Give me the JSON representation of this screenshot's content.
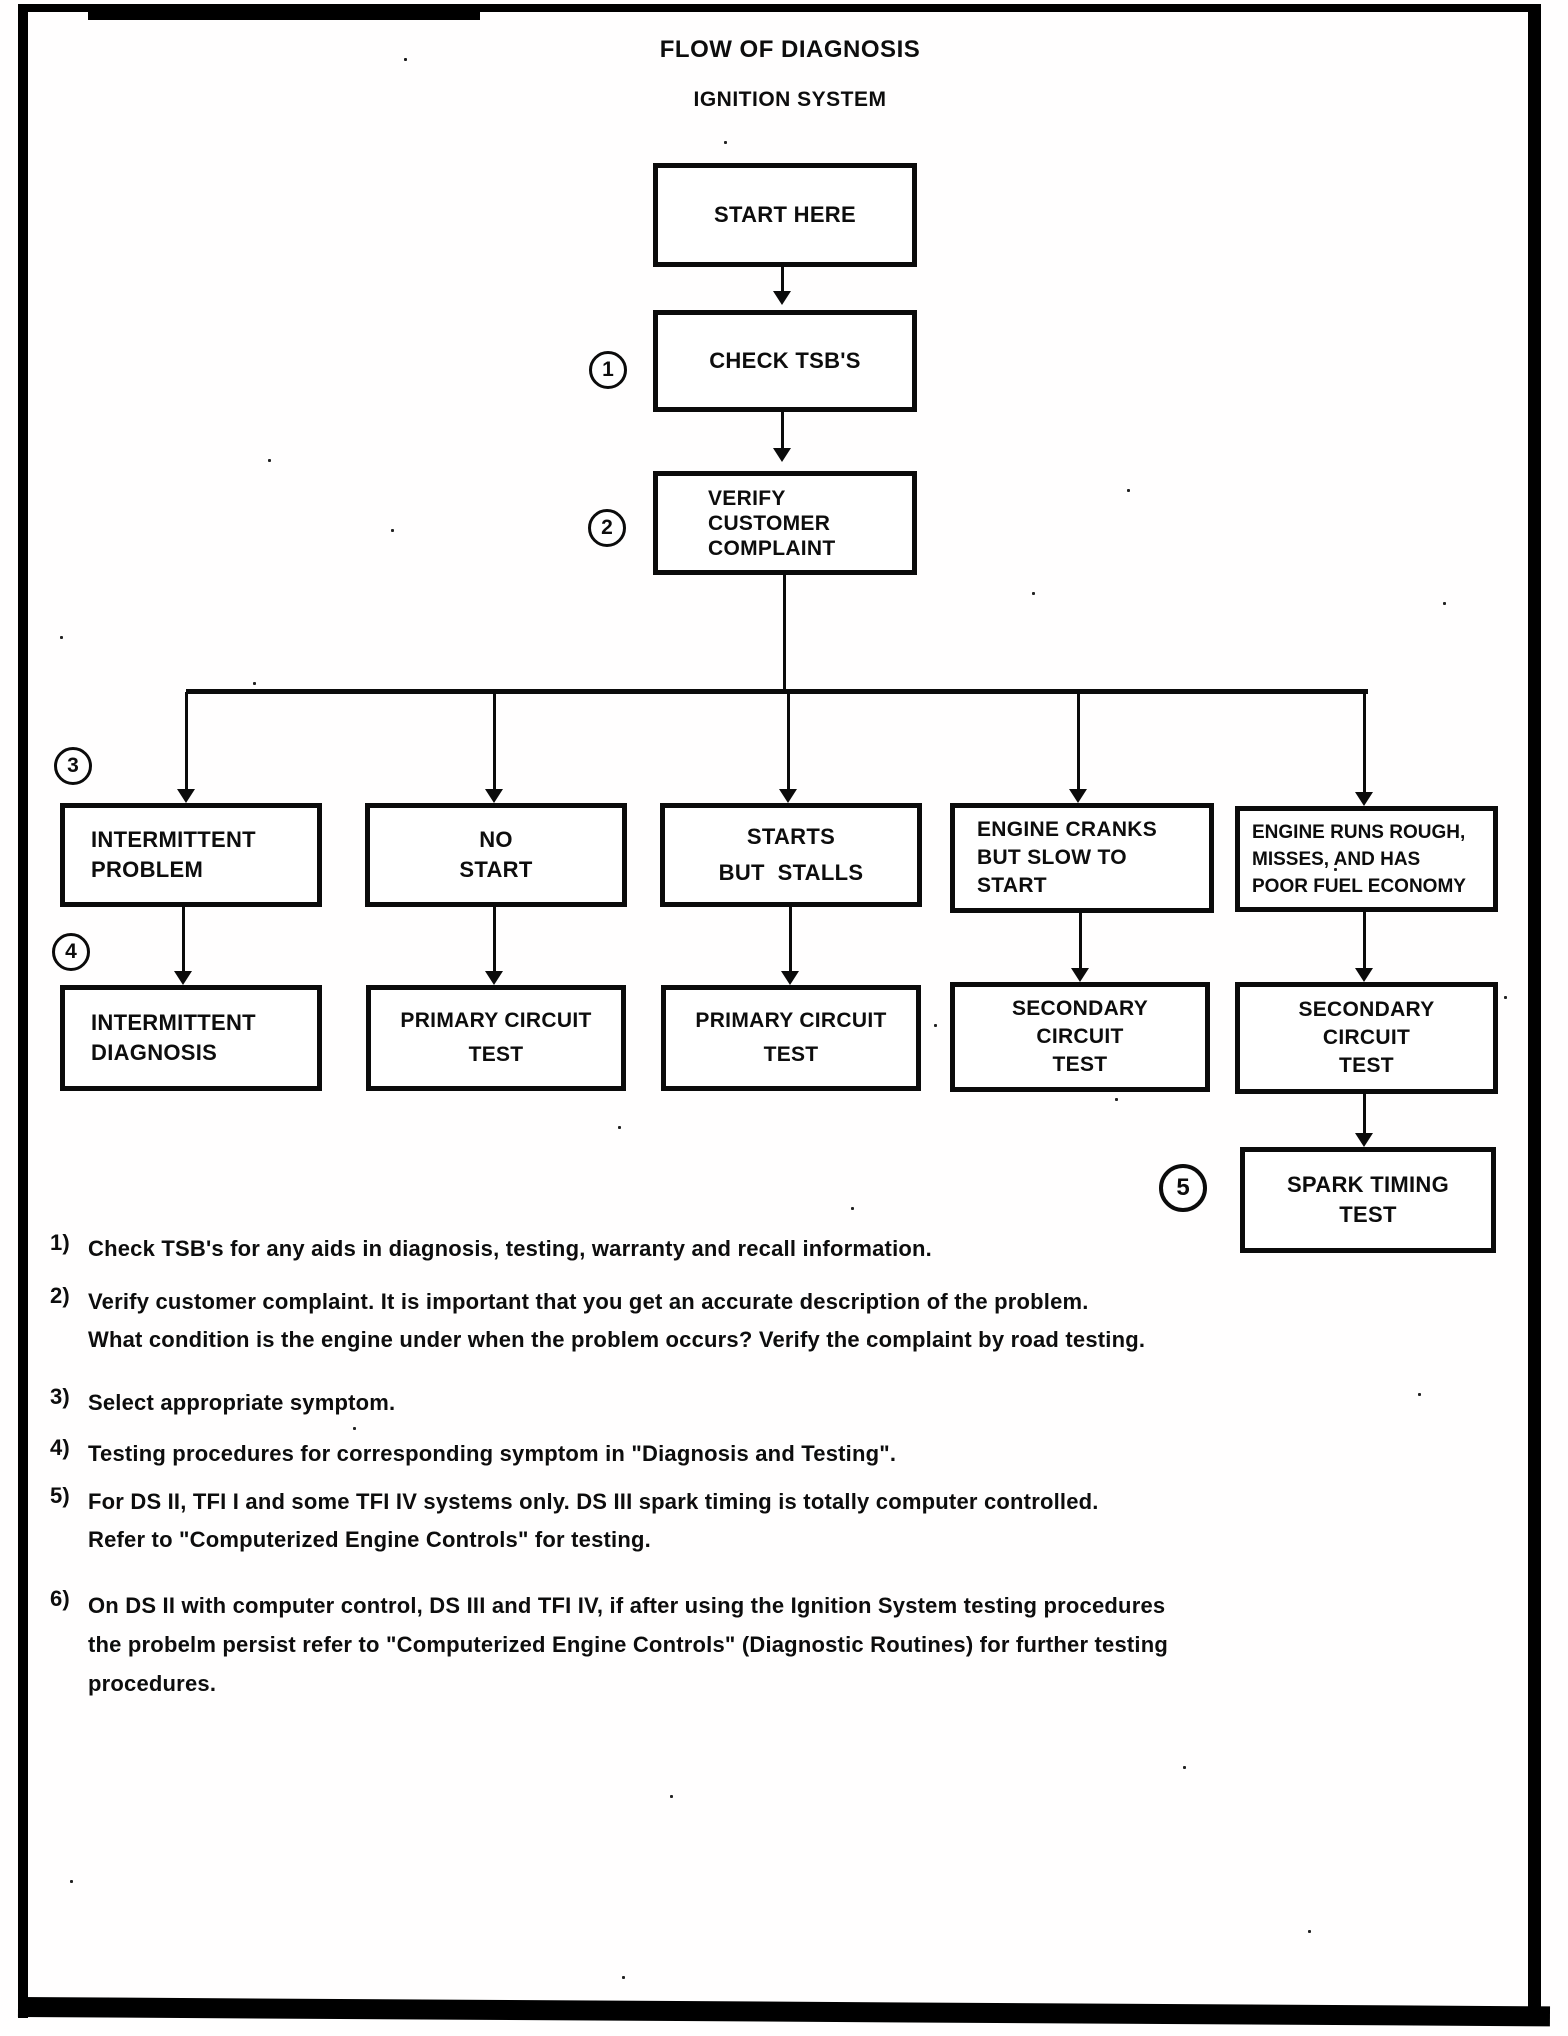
{
  "page_title": "FLOW OF DIAGNOSIS",
  "page_subtitle": "IGNITION SYSTEM",
  "nodes": {
    "start": "START HERE",
    "check_tsbs": "CHECK TSB'S",
    "verify": "VERIFY\nCUSTOMER\nCOMPLAINT",
    "symptoms": [
      "INTERMITTENT\nPROBLEM",
      "NO\nSTART",
      "STARTS\nBUT  STALLS",
      "ENGINE CRANKS\nBUT SLOW TO\nSTART",
      "ENGINE RUNS ROUGH,\nMISSES, AND HAS\nPOOR FUEL ECONOMY"
    ],
    "tests": [
      "INTERMITTENT\nDIAGNOSIS",
      "PRIMARY CIRCUIT\nTEST",
      "PRIMARY CIRCUIT\nTEST",
      "SECONDARY\nCIRCUIT\nTEST",
      "SECONDARY\nCIRCUIT\nTEST"
    ],
    "spark_timing": "SPARK TIMING\nTEST"
  },
  "callouts": [
    "1",
    "2",
    "3",
    "4",
    "5"
  ],
  "notes": [
    {
      "num": "1)",
      "text": "Check TSB's for any aids in diagnosis, testing, warranty and recall information."
    },
    {
      "num": "2)",
      "text": "Verify customer complaint. It is important that you get an accurate description of the problem.\nWhat condition is the engine under when the problem occurs? Verify the complaint by road testing."
    },
    {
      "num": "3)",
      "text": "Select appropriate symptom."
    },
    {
      "num": "4)",
      "text": "Testing procedures for corresponding symptom in \"Diagnosis and Testing\"."
    },
    {
      "num": "5)",
      "text": "For DS II, TFI I and some TFI IV systems only. DS III spark timing is totally computer controlled.\nRefer to \"Computerized Engine Controls\" for testing."
    },
    {
      "num": "6)",
      "text": "On DS II with computer control, DS III and TFI IV, if after using the Ignition System testing procedures\nthe probelm persist refer to \"Computerized Engine Controls\" (Diagnostic Routines) for further testing\nprocedures."
    }
  ],
  "ink_color": "#0d0d0d"
}
